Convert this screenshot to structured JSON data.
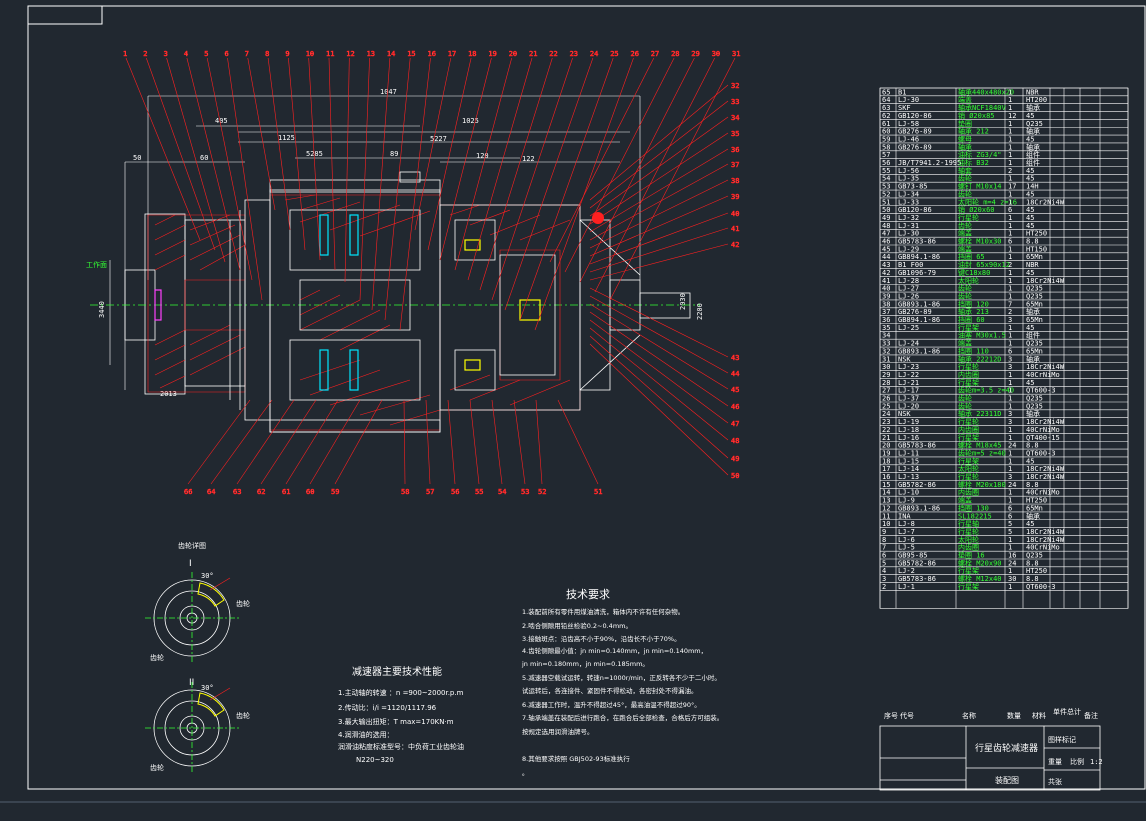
{
  "colors": {
    "background": "#212830",
    "line": "#ffffff",
    "accent_red": "#ff2020",
    "accent_green": "#33ff33",
    "accent_yellow": "#ffff00",
    "accent_cyan": "#00e5ff"
  },
  "callouts_top": [
    "1",
    "2",
    "3",
    "4",
    "5",
    "6",
    "7",
    "8",
    "9",
    "10",
    "11",
    "12",
    "13",
    "14",
    "15",
    "16",
    "17",
    "18",
    "19",
    "20",
    "21",
    "22",
    "23",
    "24",
    "25",
    "26",
    "27",
    "28",
    "29",
    "30",
    "31"
  ],
  "callouts_right": [
    "32",
    "33",
    "34",
    "35",
    "36",
    "37",
    "38",
    "39",
    "40",
    "41",
    "42",
    "43",
    "44",
    "45",
    "46",
    "47",
    "48",
    "49",
    "50"
  ],
  "callouts_bottom": [
    "66",
    "64",
    "63",
    "62",
    "61",
    "60",
    "59",
    "58",
    "57",
    "56",
    "55",
    "54",
    "53",
    "52",
    "51"
  ],
  "dims": {
    "overall": "1047",
    "d1": "405",
    "d2": "1025",
    "d3": "1125",
    "d4": "120",
    "d5": "89",
    "d6": "5227",
    "d7": "5285",
    "d8": "122",
    "d9": "60",
    "d10": "50",
    "d11": "2013",
    "d12": "3440",
    "d13": "2200",
    "d14": "2030"
  },
  "side_label": "工作面",
  "detail_caption": "齿轮详图",
  "detail_labels": [
    "I",
    "II"
  ],
  "detail_marks": [
    "30°",
    "30°",
    "齿轮",
    "齿轮",
    "齿轮",
    "齿轮"
  ],
  "spec": {
    "title": "减速器主要技术性能",
    "lines": [
      "1.主动轴的转速 ：n =900~2000r.p.m",
      "2.传动比：i/i  =1120/1117.96",
      "3.最大输出扭矩：T max=170KN·m",
      "4.润滑油的选用：",
      "  润滑油粘度标准型号：中负荷工业齿轮油",
      "  N220~320"
    ]
  },
  "tech": {
    "title": "技术要求",
    "lines": [
      "1.装配前所有零件用煤油清洗，箱体内不许有任何杂物。",
      "2.啮合侧隙用铅丝检验0.2~0.4mm。",
      "3.接触斑点：沿齿高不小于90%，沿齿长不小于70%。",
      "4.齿轮侧隙最小值：jn min=0.140mm，jn min=0.140mm，",
      "   jn min=0.180mm，jn min=0.185mm。",
      "5.减速器空载试运转，转速n=1000r/min，正反转各不少于二小时。",
      "   试运转后，各连接件、紧固件不得松动，各密封处不得漏油。",
      "6.减速器工作时，温升不得超过45°，最高油温不得超过90°。",
      "7.轴承端盖在装配后进行跑合，在跑合后全部检查，合格后方可组装。",
      "   按规定选用润滑油牌号。",
      "8.其他要求按照 GBJ502-93标准执行",
      "   。"
    ]
  },
  "bom": {
    "rows": [
      [
        "65",
        "B1",
        "轴承440x480x20",
        "1",
        "NBR"
      ],
      [
        "64",
        "LJ-30",
        "端盖",
        "1",
        "HT200"
      ],
      [
        "63",
        "SKF",
        "轴承NCF1840V",
        "1",
        "轴承"
      ],
      [
        "62",
        "GB120-86",
        "销 Ø20x85",
        "12",
        "45"
      ],
      [
        "61",
        "LJ-58",
        "垫圈",
        "1",
        "Q235"
      ],
      [
        "60",
        "GB276-89",
        "轴承 212",
        "1",
        "轴承"
      ],
      [
        "59",
        "LJ-46",
        "螺母",
        "1",
        "45"
      ],
      [
        "58",
        "GB276-89",
        "轴承",
        "1",
        "轴承"
      ],
      [
        "57",
        "",
        "油标 ZG3/4\"",
        "1",
        "组件"
      ],
      [
        "56",
        "JB/T7941.2-1995",
        "油标 B32",
        "1",
        "组件"
      ],
      [
        "55",
        "LJ-56",
        "轴套",
        "2",
        "45"
      ],
      [
        "54",
        "LJ-35",
        "齿轮",
        "1",
        "45"
      ],
      [
        "53",
        "GB73-85",
        "螺钉 M10x14",
        "17",
        "14H"
      ],
      [
        "52",
        "LJ-34",
        "齿轮",
        "1",
        "45"
      ],
      [
        "51",
        "LJ-33",
        "太阳轮 m=4 z=16",
        "1",
        "18Cr2Ni4W"
      ],
      [
        "50",
        "GB120-86",
        "销 Ø20x60",
        "6",
        "45"
      ],
      [
        "49",
        "LJ-32",
        "行星轮",
        "1",
        "45"
      ],
      [
        "48",
        "LJ-31",
        "齿轮",
        "1",
        "45"
      ],
      [
        "47",
        "LJ-30",
        "端盖",
        "1",
        "HT250"
      ],
      [
        "46",
        "GB5783-86",
        "螺栓 M10x30",
        "6",
        "8.8"
      ],
      [
        "45",
        "LJ-29",
        "端盖",
        "1",
        "HT150"
      ],
      [
        "44",
        "GB894.1-86",
        "挡圈 65",
        "1",
        "65Mn"
      ],
      [
        "43",
        "B1 F00",
        "油封 65x90x12",
        "2",
        "NBR"
      ],
      [
        "42",
        "GB1096-79",
        "键C18x80",
        "1",
        "45"
      ],
      [
        "41",
        "LJ-28",
        "太阳轮",
        "1",
        "18Cr2Ni4W"
      ],
      [
        "40",
        "LJ-27",
        "齿轮",
        "1",
        "Q235"
      ],
      [
        "39",
        "LJ-26",
        "齿轮",
        "1",
        "Q235"
      ],
      [
        "38",
        "GB893.1-86",
        "挡圈 120",
        "7",
        "65Mn"
      ],
      [
        "37",
        "GB276-89",
        "轴承 213",
        "2",
        "轴承"
      ],
      [
        "36",
        "GB894.1-86",
        "挡圈 60",
        "3",
        "65Mn"
      ],
      [
        "35",
        "LJ-25",
        "行星架",
        "1",
        "45"
      ],
      [
        "34",
        "",
        "油塞 M30x1.5",
        "1",
        "组件"
      ],
      [
        "33",
        "LJ-24",
        "端盖",
        "1",
        "Q235"
      ],
      [
        "32",
        "GB893.1-86",
        "挡圈 110",
        "6",
        "65Mn"
      ],
      [
        "31",
        "NSK",
        "轴承 22212D",
        "3",
        "轴承"
      ],
      [
        "30",
        "LJ-23",
        "行星轮",
        "3",
        "18Cr2Ni4W"
      ],
      [
        "29",
        "LJ-22",
        "内齿圈",
        "1",
        "40CrNiMo"
      ],
      [
        "28",
        "LJ-21",
        "行星架",
        "1",
        "45"
      ],
      [
        "27",
        "LJ-17",
        "齿轮m=3.5 z=40",
        "1",
        "QT600-3"
      ],
      [
        "26",
        "LJ-37",
        "齿轮",
        "1",
        "Q235"
      ],
      [
        "25",
        "LJ-20",
        "齿轮",
        "1",
        "Q235"
      ],
      [
        "24",
        "NSK",
        "轴承 22311D",
        "3",
        "轴承"
      ],
      [
        "23",
        "LJ-19",
        "行星轮",
        "3",
        "18Cr2Ni4W"
      ],
      [
        "22",
        "LJ-18",
        "内齿圈",
        "1",
        "40CrNiMo"
      ],
      [
        "21",
        "LJ-16",
        "行星架",
        "1",
        "QT400-15"
      ],
      [
        "20",
        "GB5783-86",
        "螺栓 M18x45",
        "24",
        "8.8"
      ],
      [
        "19",
        "LJ-11",
        "齿轮m=5 z=40",
        "1",
        "QT600-3"
      ],
      [
        "18",
        "LJ-15",
        "行星架",
        "1",
        "45"
      ],
      [
        "17",
        "LJ-14",
        "太阳轮",
        "1",
        "18Cr2Ni4W"
      ],
      [
        "16",
        "LJ-13",
        "行星轮",
        "3",
        "18Cr2Ni4W"
      ],
      [
        "15",
        "GB5782-86",
        "螺栓 M20x180",
        "24",
        "8.8"
      ],
      [
        "14",
        "LJ-10",
        "内齿圈",
        "1",
        "40CrNiMo"
      ],
      [
        "13",
        "LJ-9",
        "端盖",
        "1",
        "HT250"
      ],
      [
        "12",
        "GB893.1-86",
        "挡圈 130",
        "6",
        "65Mn"
      ],
      [
        "11",
        "INA",
        "SL182215",
        "6",
        "轴承"
      ],
      [
        "10",
        "LJ-8",
        "行星轴",
        "5",
        "45"
      ],
      [
        "9",
        "LJ-7",
        "行星轮",
        "5",
        "18Cr2Ni4W"
      ],
      [
        "8",
        "LJ-6",
        "太阳轮",
        "1",
        "18Cr2Ni4W"
      ],
      [
        "7",
        "LJ-5",
        "内齿圈",
        "1",
        "40CrNiMo"
      ],
      [
        "6",
        "GB95-85",
        "垫圈 16",
        "16",
        "Q235"
      ],
      [
        "5",
        "GB5782-86",
        "螺栓 M20x90",
        "24",
        "8.8"
      ],
      [
        "4",
        "LJ-2",
        "行星架",
        "1",
        "HT250"
      ],
      [
        "3",
        "GB5783-86",
        "螺栓 M12x40",
        "30",
        "8.8"
      ],
      [
        "2",
        "LJ-1",
        "行星架",
        "1",
        "QT600-3"
      ]
    ],
    "header": [
      "序号",
      "代号",
      "名称",
      "数量",
      "材料",
      "单件",
      "总计",
      "备注"
    ],
    "title_block": {
      "name": "行星齿轮减速器",
      "drawing": "装配图",
      "scale_label": "比例",
      "sheet_label": "共张",
      "weight_label": "重量",
      "scale": "1:2",
      "mark": "图样标记"
    }
  }
}
